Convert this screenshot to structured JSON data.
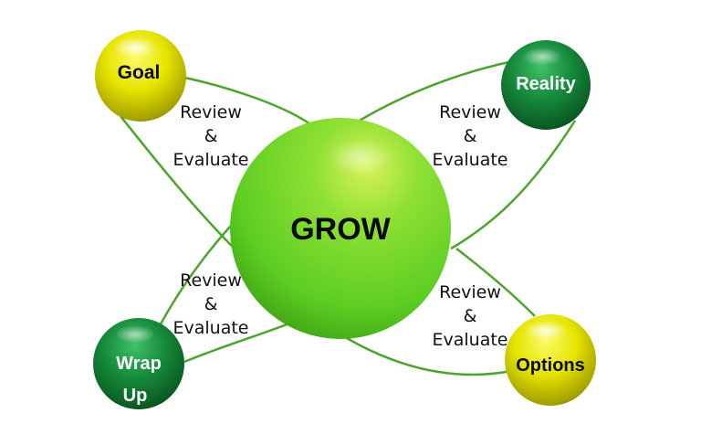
{
  "center": {
    "label": "GROW",
    "color": "#5fd12a"
  },
  "nodes": [
    {
      "id": "goal",
      "lines": [
        "Goal"
      ],
      "color": "#e3e000"
    },
    {
      "id": "reality",
      "lines": [
        "Reality"
      ],
      "color": "#138a3a"
    },
    {
      "id": "options",
      "lines": [
        "Options"
      ],
      "color": "#e3e000"
    },
    {
      "id": "wrap-up",
      "lines": [
        "Wrap",
        "Up"
      ],
      "color": "#138a3a"
    }
  ],
  "review_labels": [
    {
      "id": "top-left",
      "lines": [
        "Review",
        "&",
        "Evaluate"
      ]
    },
    {
      "id": "top-right",
      "lines": [
        "Review",
        "&",
        "Evaluate"
      ]
    },
    {
      "id": "bottom-left",
      "lines": [
        "Review",
        "&",
        "Evaluate"
      ]
    },
    {
      "id": "bottom-right",
      "lines": [
        "Review",
        "&",
        "Evaluate"
      ]
    }
  ],
  "connector_color": "#4aa629"
}
